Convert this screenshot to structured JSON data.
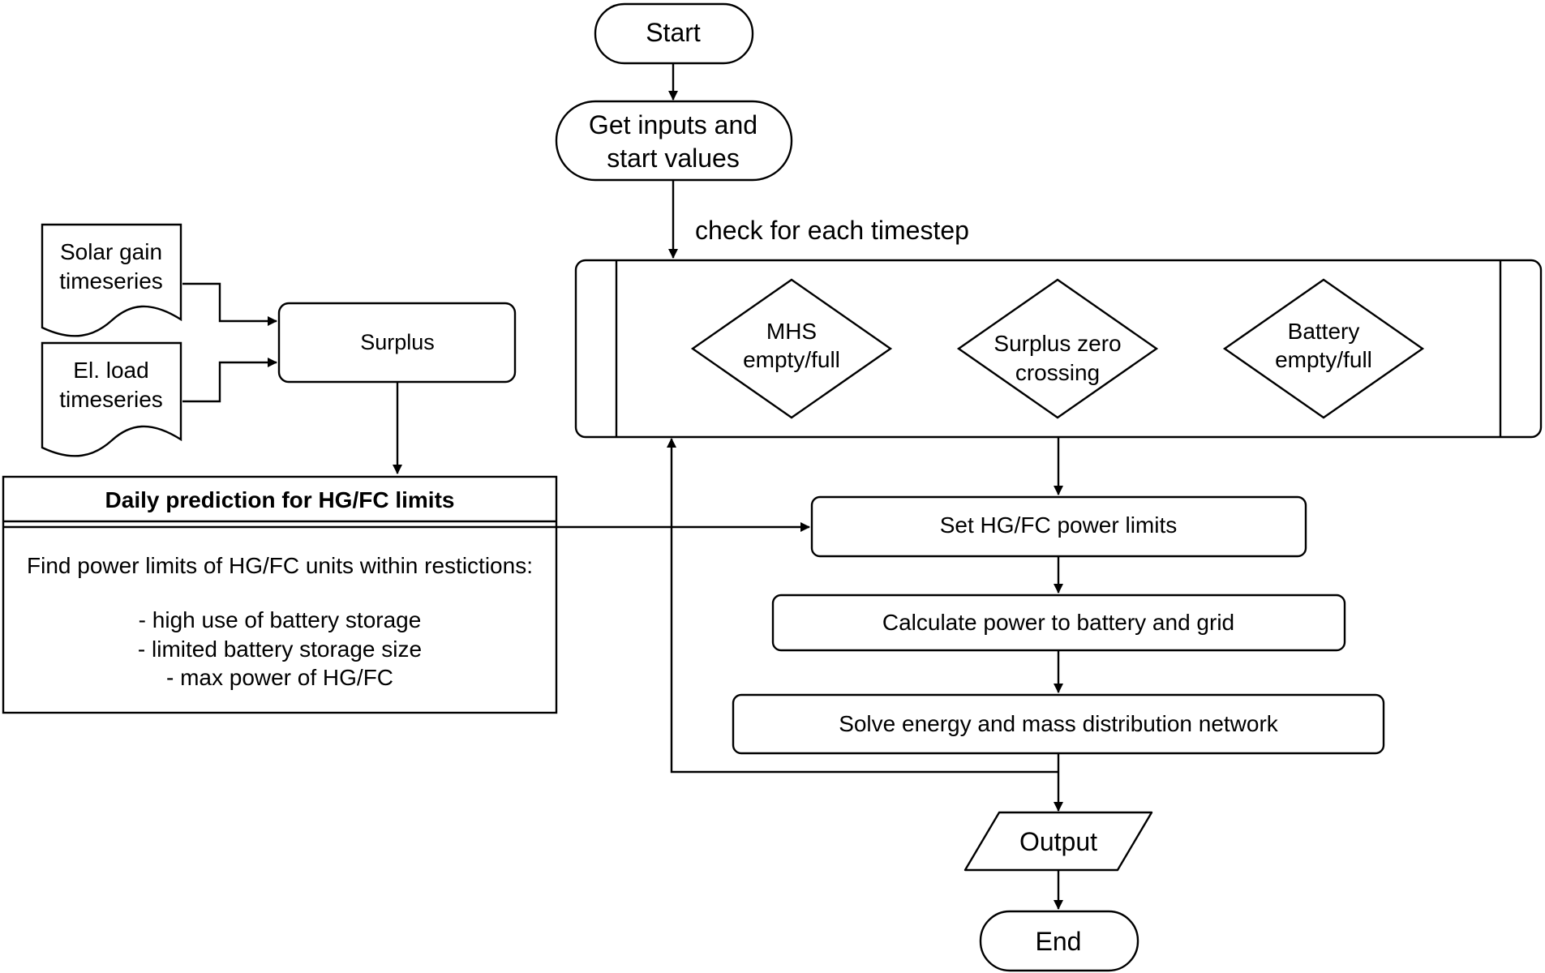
{
  "nodes": {
    "start": "Start",
    "get_inputs_line1": "Get inputs and",
    "get_inputs_line2": "start values",
    "loop_label": "check for each timestep",
    "solar_line1": "Solar gain",
    "solar_line2": "timeseries",
    "load_line1": "El. load",
    "load_line2": "timeseries",
    "surplus": "Surplus",
    "mhs_line1": "MHS",
    "mhs_line2": "empty/full",
    "surplus_zero_line1": "Surplus zero",
    "surplus_zero_line2": "crossing",
    "battery_line1": "Battery",
    "battery_line2": "empty/full",
    "prediction_title": "Daily prediction for HG/FC limits",
    "prediction_intro": "Find power limits of HG/FC units within restictions:",
    "prediction_item1": "- high use of battery storage",
    "prediction_item2": "- limited battery storage size",
    "prediction_item3": "- max power of HG/FC",
    "set_limits": "Set HG/FC power limits",
    "calc_power": "Calculate power to battery and grid",
    "solve_network": "Solve energy and mass distribution network",
    "output": "Output",
    "end": "End"
  }
}
